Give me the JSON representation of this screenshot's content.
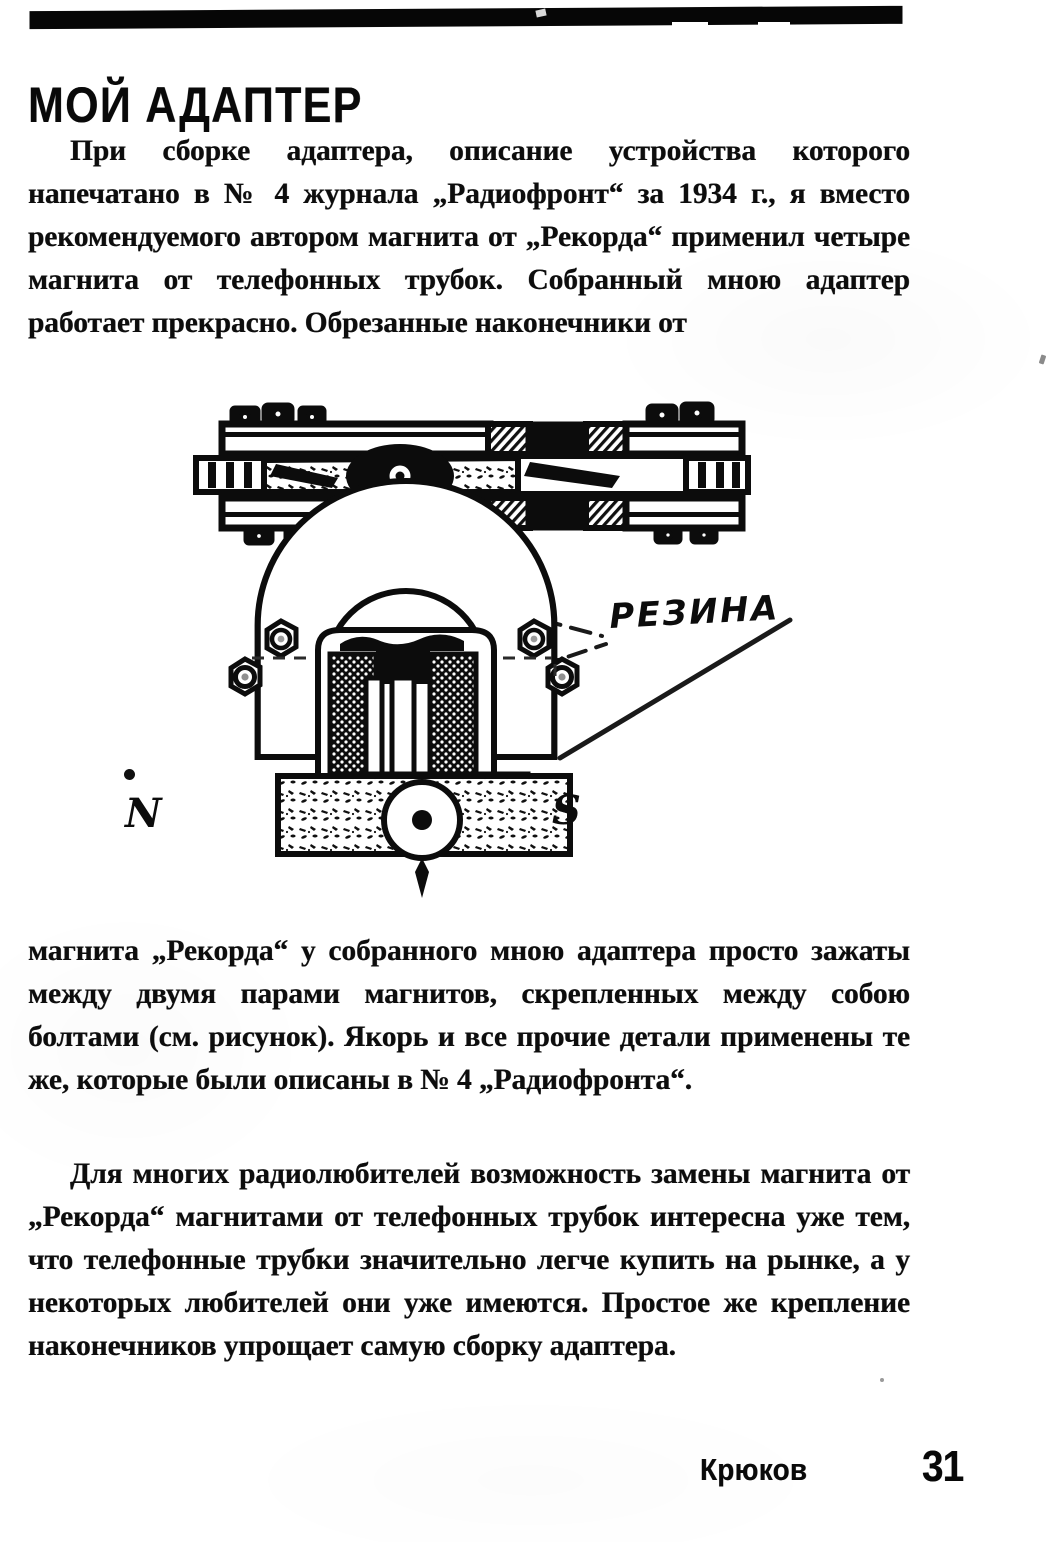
{
  "document": {
    "title": "МОЙ АДАПТЕР",
    "byline": "Крюков",
    "page_number": "31",
    "language": "ru",
    "colors": {
      "ink": "#0d0d0d",
      "paper": "#ffffff",
      "rule": "#060606"
    }
  },
  "paragraphs": [
    {
      "id": "para-1",
      "indented": true,
      "text": "При сборке адаптера, описание устройства которого напечатано в № 4 журнала „Радиофронт“ за 1934 г., я вместо рекомендуемого автором магнита от „Рекорда“ применил четыре магнита от телефонных трубок. Собранный мною адаптер работает прекрасно. Обрезанные наконечники от"
    },
    {
      "id": "para-2",
      "indented": false,
      "text": "магнита „Рекорда“ у собранного мною адаптера просто зажаты между двумя парами магнитов, скрепленных между собою болтами (см. рисунок). Якорь и все прочие детали применены те же, которые были описаны в № 4 „Радиофронта“."
    },
    {
      "id": "para-3",
      "indented": true,
      "text": "Для многих радиолюбителей возможность замены магнита от „Рекорда“ магнитами от телефонных трубок интересна уже тем, что телефонные трубки значительно легче купить на рынке, а у некоторых любителей они уже имеются. Простое же крепление наконечников упрощает самую сборку адаптера."
    }
  ],
  "figure": {
    "name": "adapter-magnet-assembly-drawing",
    "caption_labels": {
      "rubber": "РЕЗИНА",
      "pole_north": "N",
      "pole_south": "S"
    },
    "views": [
      {
        "name": "top-view-magnet-stack",
        "description": "Вид сверху: четыре магнита от телефонных трубок, скрепленные болтами"
      },
      {
        "name": "front-view-horseshoe-magnet",
        "description": "Разрез: магнитная система с якорем, катушками и наконечниками"
      }
    ]
  }
}
